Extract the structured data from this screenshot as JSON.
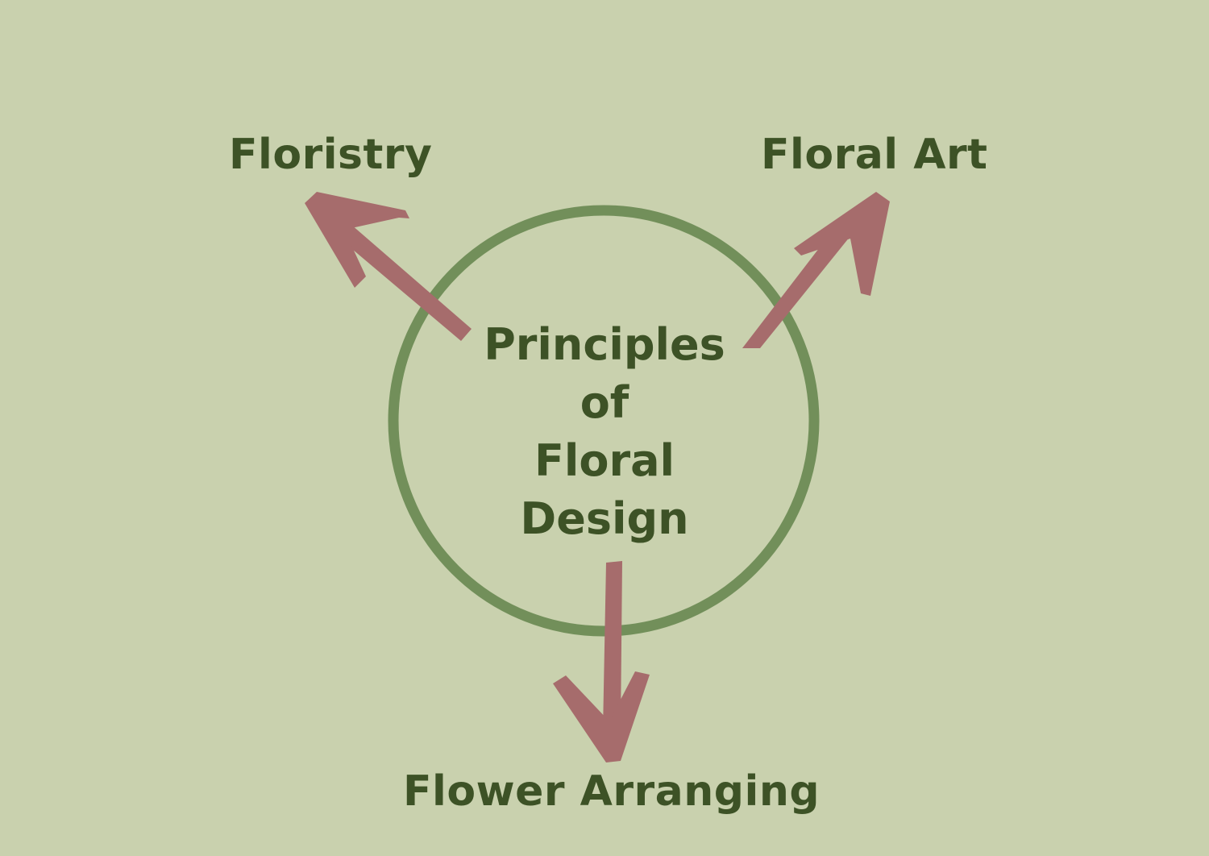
{
  "colors": {
    "background": "#c9d1ae",
    "circle_stroke": "#728f5a",
    "arrow_fill": "#a66c6c",
    "text": "#3d5226"
  },
  "center": {
    "lines": [
      "Principles",
      "of",
      "Floral",
      "Design"
    ]
  },
  "branches": {
    "left": {
      "label": "Floristry"
    },
    "right": {
      "label": "Floral Art"
    },
    "bottom": {
      "label": "Flower Arranging"
    }
  }
}
